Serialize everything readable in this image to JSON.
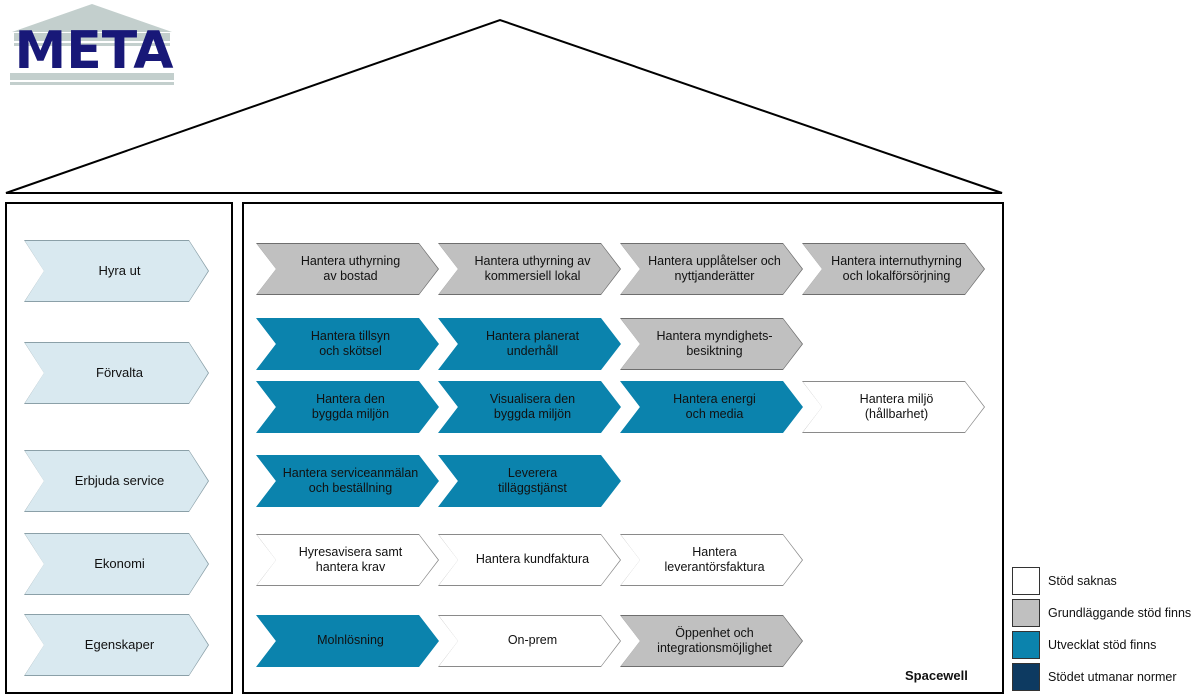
{
  "logo": {
    "text": "META",
    "roof_color": "#c3cfcd",
    "text_color": "#181878"
  },
  "colors": {
    "none": "#ffffff",
    "basic": "#c0c0c0",
    "developed": "#0b83ad",
    "challenging": "#0d3a61",
    "capability": "#d9e9f0",
    "outline": "#000000"
  },
  "capabilities": {
    "items": [
      {
        "label": "Hyra ut"
      },
      {
        "label": "Förvalta"
      },
      {
        "label": "Erbjuda service"
      },
      {
        "label": "Ekonomi"
      },
      {
        "label": "Egenskaper"
      }
    ]
  },
  "processes": {
    "rows": [
      {
        "row": "hyra-ut",
        "items": [
          {
            "label": "Hantera uthyrning\nav bostad",
            "status": "basic"
          },
          {
            "label": "Hantera uthyrning av\nkommersiell lokal",
            "status": "basic"
          },
          {
            "label": "Hantera upplåtelser och\nnyttjanderätter",
            "status": "basic"
          },
          {
            "label": "Hantera internuthyrning\noch lokalförsörjning",
            "status": "basic"
          }
        ]
      },
      {
        "row": "forvalta-1",
        "items": [
          {
            "label": "Hantera tillsyn\noch skötsel",
            "status": "developed"
          },
          {
            "label": "Hantera planerat\nunderhåll",
            "status": "developed"
          },
          {
            "label": "Hantera myndighets-\nbesiktning",
            "status": "basic"
          }
        ]
      },
      {
        "row": "forvalta-2",
        "items": [
          {
            "label": "Hantera den\nbyggda miljön",
            "status": "developed"
          },
          {
            "label": "Visualisera den\nbyggda miljön",
            "status": "developed"
          },
          {
            "label": "Hantera energi\noch media",
            "status": "developed"
          },
          {
            "label": "Hantera miljö\n(hållbarhet)",
            "status": "none"
          }
        ]
      },
      {
        "row": "erbjuda-service",
        "items": [
          {
            "label": "Hantera serviceanmälan\noch beställning",
            "status": "developed"
          },
          {
            "label": "Leverera\ntilläggstjänst",
            "status": "developed"
          }
        ]
      },
      {
        "row": "ekonomi",
        "items": [
          {
            "label": "Hyresavisera samt\nhantera krav",
            "status": "none"
          },
          {
            "label": "Hantera kundfaktura",
            "status": "none"
          },
          {
            "label": "Hantera\nleverantörsfaktura",
            "status": "none"
          }
        ]
      },
      {
        "row": "egenskaper",
        "items": [
          {
            "label": "Molnlösning",
            "status": "developed"
          },
          {
            "label": "On-prem",
            "status": "none"
          },
          {
            "label": "Öppenhet och\nintegrationsmöjlighet",
            "status": "basic"
          }
        ]
      }
    ]
  },
  "legend": {
    "items": [
      {
        "label": "Stöd saknas",
        "color": "#ffffff"
      },
      {
        "label": "Grundläggande stöd finns",
        "color": "#c0c0c0"
      },
      {
        "label": "Utvecklat stöd finns",
        "color": "#0b83ad"
      },
      {
        "label": "Stödet utmanar normer",
        "color": "#0d3a61"
      }
    ]
  },
  "footer": {
    "vendor": "Spacewell"
  }
}
